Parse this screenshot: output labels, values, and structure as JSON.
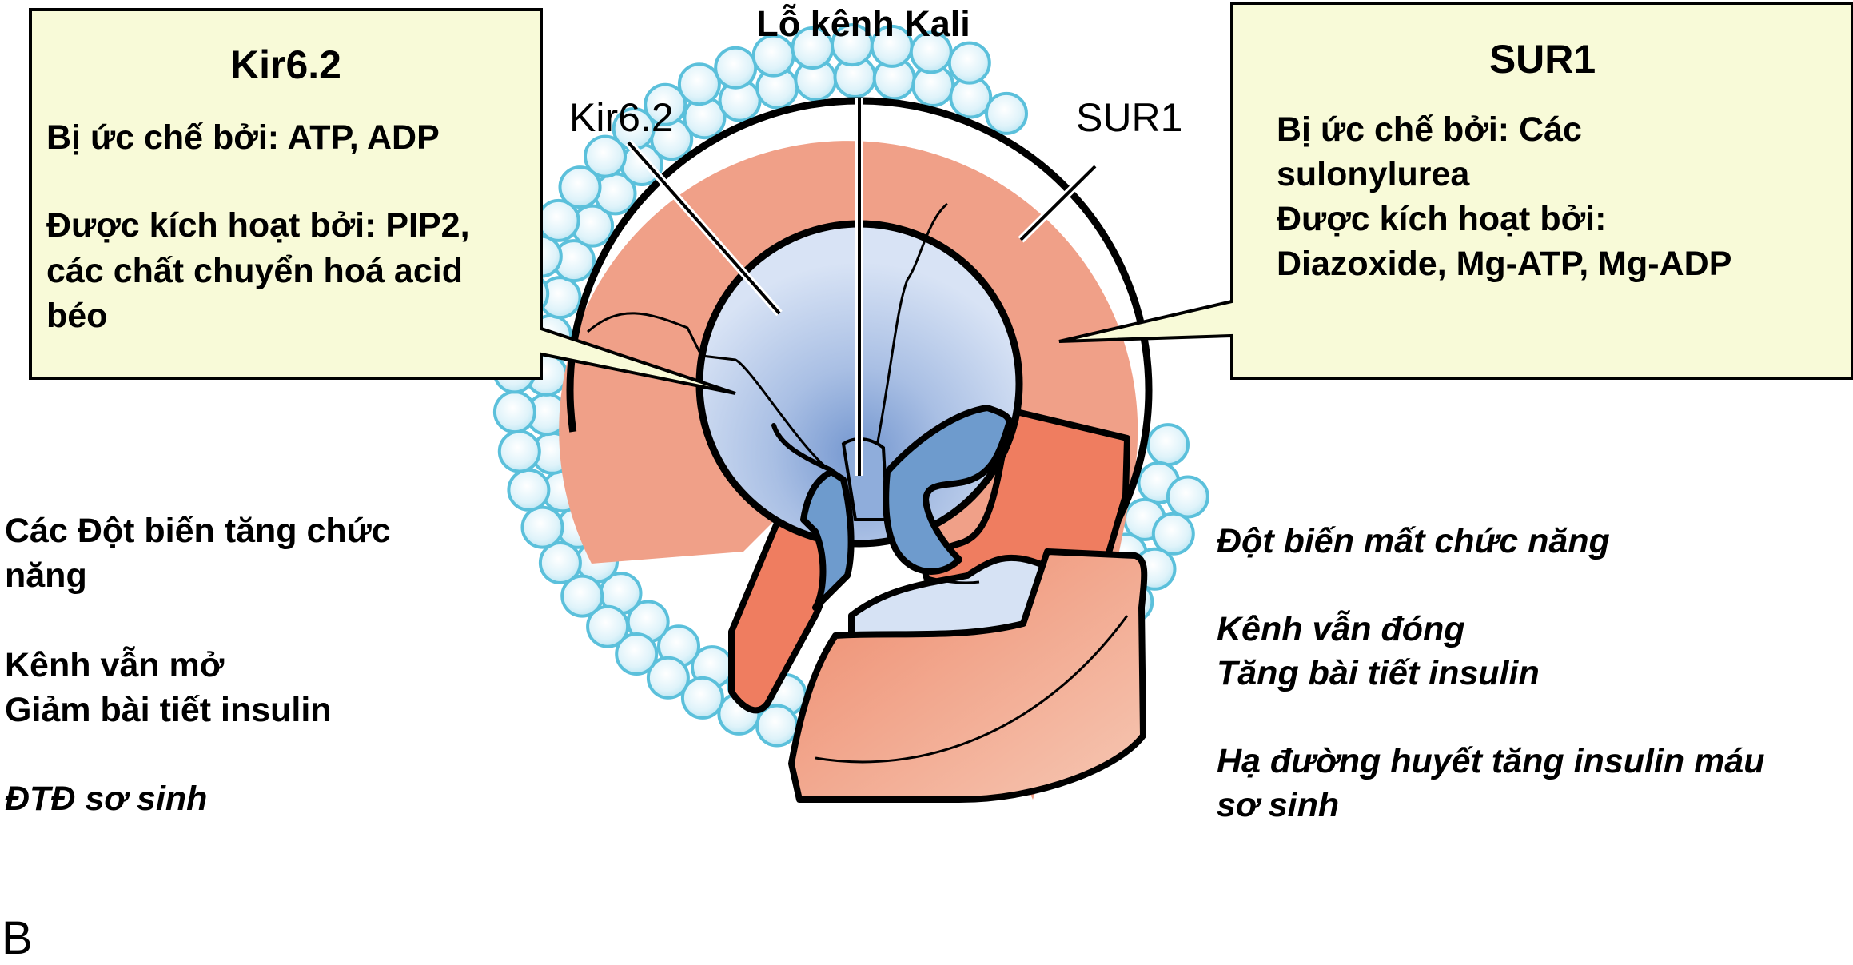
{
  "title": "Lỗ kênh Kali",
  "figure_label": "B",
  "structure_labels": {
    "kir": "Kir6.2",
    "sur": "SUR1"
  },
  "kir_box": {
    "title": "Kir6.2",
    "lines": [
      "Bị ức chế bởi: ATP, ADP",
      "",
      "Được kích hoạt bởi: PIP2,",
      "các chất chuyển hoá acid",
      "béo"
    ]
  },
  "sur_box": {
    "title": "SUR1",
    "lines": [
      "Bị ức chế bởi: Các",
      "sulonylurea",
      "Được kích hoạt bởi:",
      "Diazoxide, Mg-ATP, Mg-ADP"
    ]
  },
  "left_notes": {
    "heading": [
      "Các Đột biến tăng chức",
      "năng"
    ],
    "effects": [
      "Kênh vẫn mở",
      "Giảm bài tiết insulin"
    ],
    "disease": "ĐTĐ sơ sinh"
  },
  "right_notes": {
    "heading": "Đột biến mất chức năng",
    "effects": [
      "Kênh vẫn đóng",
      "Tăng bài tiết insulin"
    ],
    "disease": [
      "Hạ đường huyết tăng insulin máu",
      "sơ sinh"
    ]
  },
  "colors": {
    "callout_fill": "#F8FAD8",
    "sur_light": "#F0A088",
    "sur_dark": "#EF7D60",
    "kir_pale": "#D6E2F4",
    "kir_mid": "#6E9BCD",
    "membrane_outline": "#5BC0DB",
    "membrane_fill": "#E6F7FC"
  }
}
